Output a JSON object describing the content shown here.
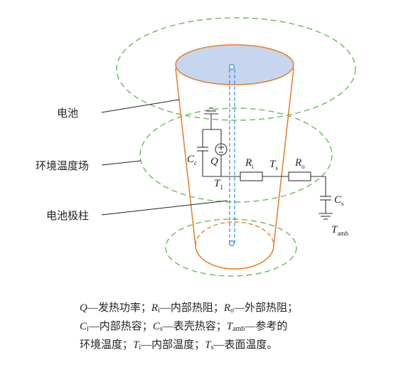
{
  "labels": {
    "battery": "电池",
    "env_field": "环境温度场",
    "pole": "电池极柱"
  },
  "symbols": {
    "Q": "Q",
    "C_main": "C",
    "C_sub": "c",
    "R_i_main": "R",
    "R_i_sub": "i",
    "T_s_main": "T",
    "T_s_sub": "s",
    "R_o_main": "R",
    "R_o_sub": "o",
    "T_1_main": "T",
    "T_1_sub": "1",
    "C_s_main": "C",
    "C_s_sub": "s",
    "T_amb_main": "T",
    "T_amb_sub": "amb"
  },
  "caption": {
    "line1": [
      {
        "sym": "Q",
        "sub": "",
        "text": "—发热功率；"
      },
      {
        "sym": "R",
        "sub": "i",
        "text": "—内部热阻；"
      },
      {
        "sym": "R",
        "sub": "o",
        "text": "—外部热阻；"
      }
    ],
    "line2": [
      {
        "sym": "C",
        "sub": "i",
        "text": "—内部热容；"
      },
      {
        "sym": "C",
        "sub": "s",
        "text": "—表壳热容；"
      },
      {
        "sym": "T",
        "sub": "amb",
        "text": "—参考的"
      }
    ],
    "line3_prefix": "环境温度；",
    "line3": [
      {
        "sym": "T",
        "sub": "i",
        "text": "—内部温度；"
      },
      {
        "sym": "T",
        "sub": "s",
        "text": "—表面温度。"
      }
    ]
  },
  "colors": {
    "battery_outline": "#E8822A",
    "battery_top_fill": "#C6D6EE",
    "field": "#6DB85F",
    "pole": "#2E8FD6",
    "circuit": "#333333"
  }
}
